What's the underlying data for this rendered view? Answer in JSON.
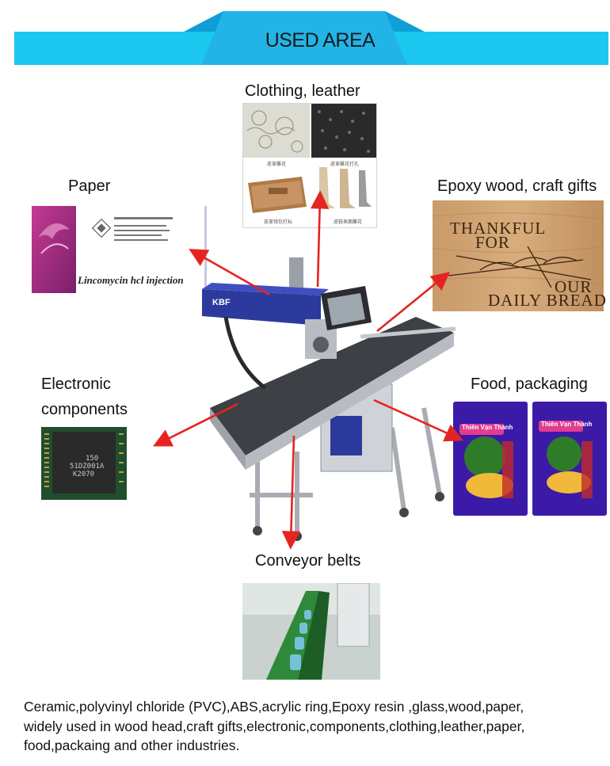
{
  "header": {
    "title": "USED AREA"
  },
  "categories": {
    "clothing": "Clothing, leather",
    "paper": "Paper",
    "epoxy": "Epoxy wood, craft gifts",
    "electronic_line1": "Electronic",
    "electronic_line2": "components",
    "food": "Food, packaging",
    "conveyor": "Conveyor belts"
  },
  "samples": {
    "paper_caption": "Lincomycin hcl injection",
    "wood_line1": "THANKFUL",
    "wood_line2": "FOR",
    "wood_line3": "OUR",
    "wood_line4": "DAILY BREAD",
    "chip_line1": "150",
    "chip_line2": "51DZ001A",
    "chip_line3": "K2070",
    "food_brand": "Thiên Vạn Thành",
    "machine_brand": "KBF"
  },
  "description": {
    "line1": "Ceramic,polyvinyl chloride (PVC),ABS,acrylic ring,Epoxy resin ,glass,wood,paper,",
    "line2": "widely used in wood head,craft gifts,electronic,components,clothing,leather,paper,",
    "line3": "food,packaing and other industries."
  },
  "colors": {
    "banner": "#1cc8ef",
    "banner_top": "#0e9fd6",
    "arrow": "#e52421",
    "machine_blue": "#2b3a9c"
  }
}
